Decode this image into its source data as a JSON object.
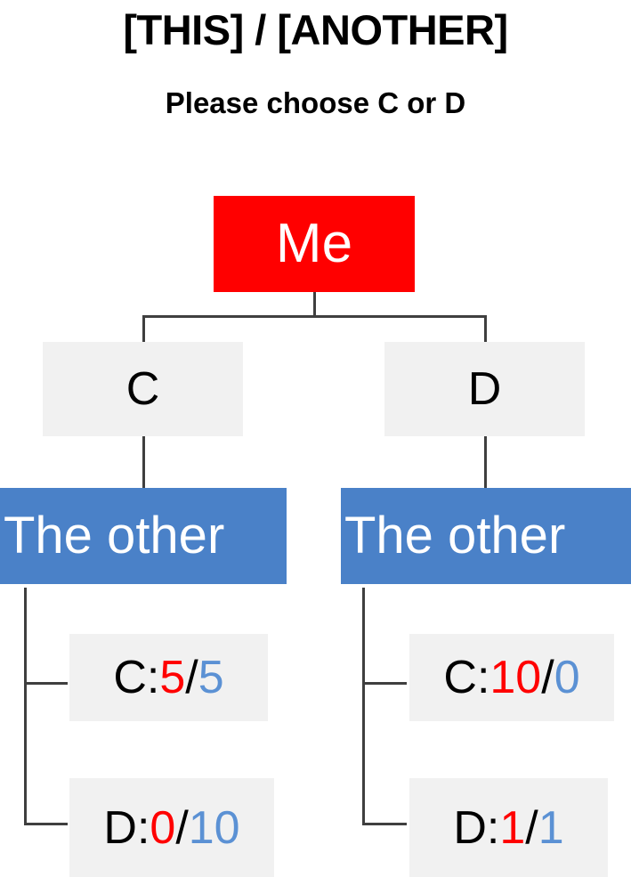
{
  "header": {
    "title": "[THIS] / [ANOTHER]",
    "subtitle": "Please choose C or D"
  },
  "colors": {
    "root_fill": "#ff0000",
    "root_text": "#ffffff",
    "choice_fill": "#f1f1f1",
    "choice_text": "#000000",
    "opponent_fill": "#4a81c8",
    "opponent_text": "#ffffff",
    "payoff_fill": "#f1f1f1",
    "my_payoff_text": "#ff0000",
    "their_payoff_text": "#5b91d4",
    "label_text": "#000000",
    "connector": "#3f3f3f",
    "background": "#ffffff"
  },
  "tree": {
    "root": {
      "label": "Me"
    },
    "my_moves": [
      {
        "label": "C"
      },
      {
        "label": "D"
      }
    ],
    "opponent_nodes": [
      {
        "label": "The other"
      },
      {
        "label": "The other"
      }
    ],
    "outcomes": [
      {
        "branch": "C",
        "opponent_move_label": "C: ",
        "separator": "/",
        "my_payoff": "5",
        "their_payoff": "5"
      },
      {
        "branch": "C",
        "opponent_move_label": "D:",
        "separator": "/",
        "my_payoff": "0",
        "their_payoff": "10"
      },
      {
        "branch": "D",
        "opponent_move_label": "C:",
        "separator": "/",
        "my_payoff": "10",
        "their_payoff": "0"
      },
      {
        "branch": "D",
        "opponent_move_label": "D:",
        "separator": "/",
        "my_payoff": "1",
        "their_payoff": "1"
      }
    ]
  }
}
